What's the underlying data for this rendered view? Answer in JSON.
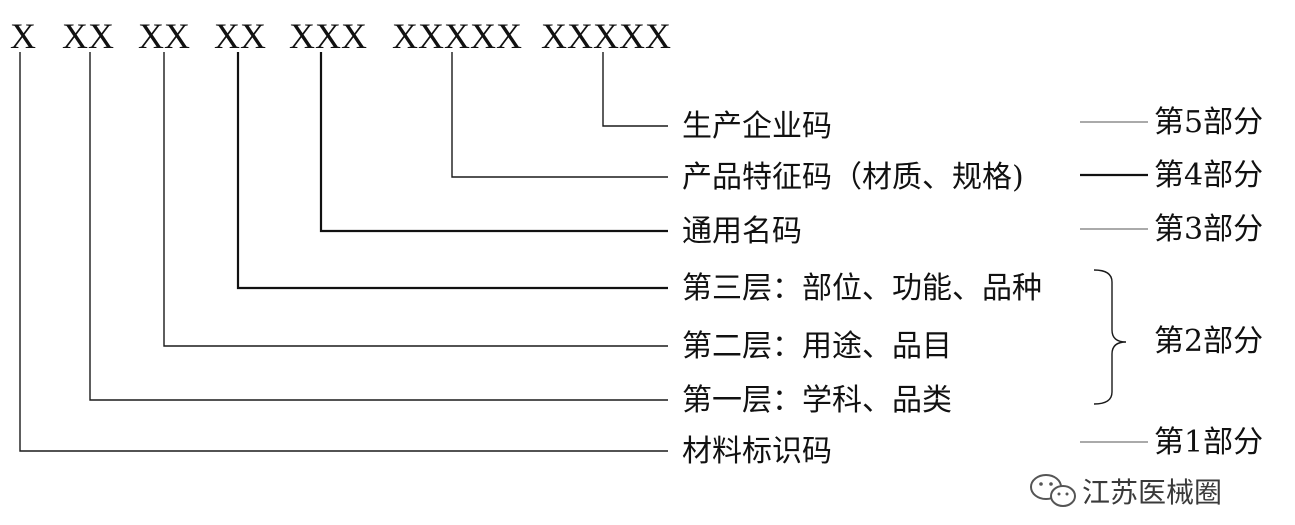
{
  "code_segments": [
    "X",
    "XX",
    "XX",
    "XX",
    "XXX",
    "XXXXX",
    "XXXXX"
  ],
  "labels": [
    "生产企业码",
    "产品特征码（材质、规格)",
    "通用名码",
    "第三层：部位、功能、品种",
    "第二层：用途、品目",
    "第一层：学科、品类",
    "材料标识码"
  ],
  "parts": [
    "第5部分",
    "第4部分",
    "第3部分",
    "第2部分",
    "第1部分"
  ],
  "watermark": "江苏医械圈"
}
